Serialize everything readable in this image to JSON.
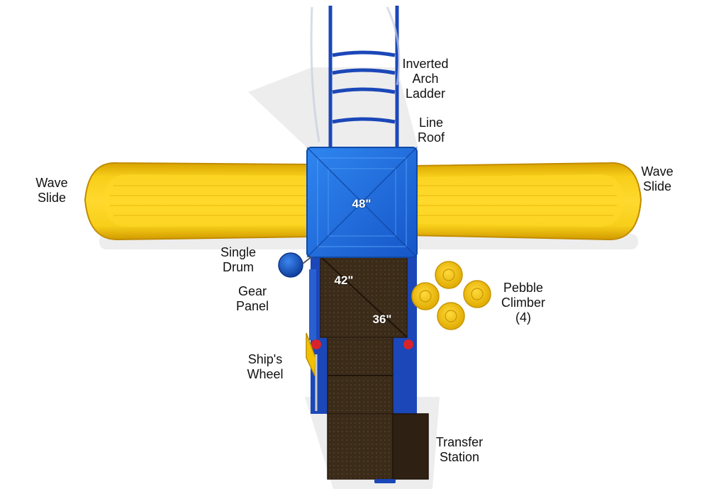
{
  "labels": {
    "wave_slide_left": [
      "Wave",
      "Slide"
    ],
    "wave_slide_right": [
      "Wave",
      "Slide"
    ],
    "inverted_arch_ladder": [
      "Inverted",
      "Arch",
      "Ladder"
    ],
    "line_roof": [
      "Line",
      "Roof"
    ],
    "single_drum": [
      "Single",
      "Drum"
    ],
    "gear_panel": [
      "Gear",
      "Panel"
    ],
    "ships_wheel": [
      "Ship's",
      "Wheel"
    ],
    "pebble_climber": [
      "Pebble",
      "Climber",
      "(4)"
    ],
    "transfer_station": [
      "Transfer",
      "Station"
    ]
  },
  "deck_heights": {
    "roof_deck": "48\"",
    "deck_upper": "42\"",
    "deck_lower": "36\""
  },
  "colors": {
    "slide_yellow": "#f5c400",
    "slide_shade": "#d9a300",
    "roof_blue": "#1f6fe0",
    "frame_blue": "#1b47b8",
    "deck_brown": "#3a2a18",
    "pebble_yellow": "#f3c613",
    "accent_red": "#d8232a"
  }
}
